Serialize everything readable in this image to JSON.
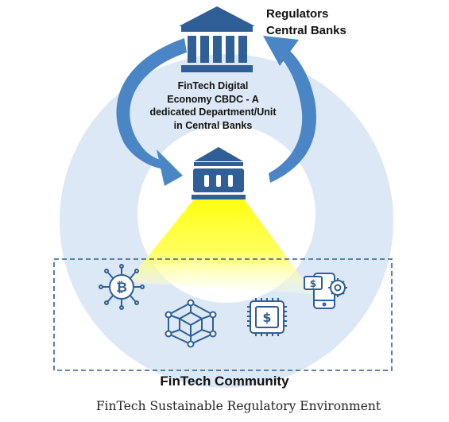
{
  "regulator_label": [
    "Regulators",
    "Central Banks"
  ],
  "center_label": [
    "FinTech Digital",
    "Economy CBDC - A",
    "dedicated Department/Unit",
    "in Central Banks"
  ],
  "community_label": "FinTech Community",
  "caption": "FinTech Sustainable Regulatory Environment",
  "colors": {
    "ring": "#dce8f5",
    "arrow": "#4a86c5",
    "bank_icon": "#2f5f96",
    "spotlight": "#ffff33",
    "dashed_box": "#2f5f96",
    "community_icons": "#2f5f96"
  },
  "icons": [
    "bank-building-icon",
    "small-bank-icon",
    "bitcoin-chip-icon",
    "blockchain-cube-icon",
    "dollar-chip-icon",
    "mobile-payment-gear-icon"
  ]
}
